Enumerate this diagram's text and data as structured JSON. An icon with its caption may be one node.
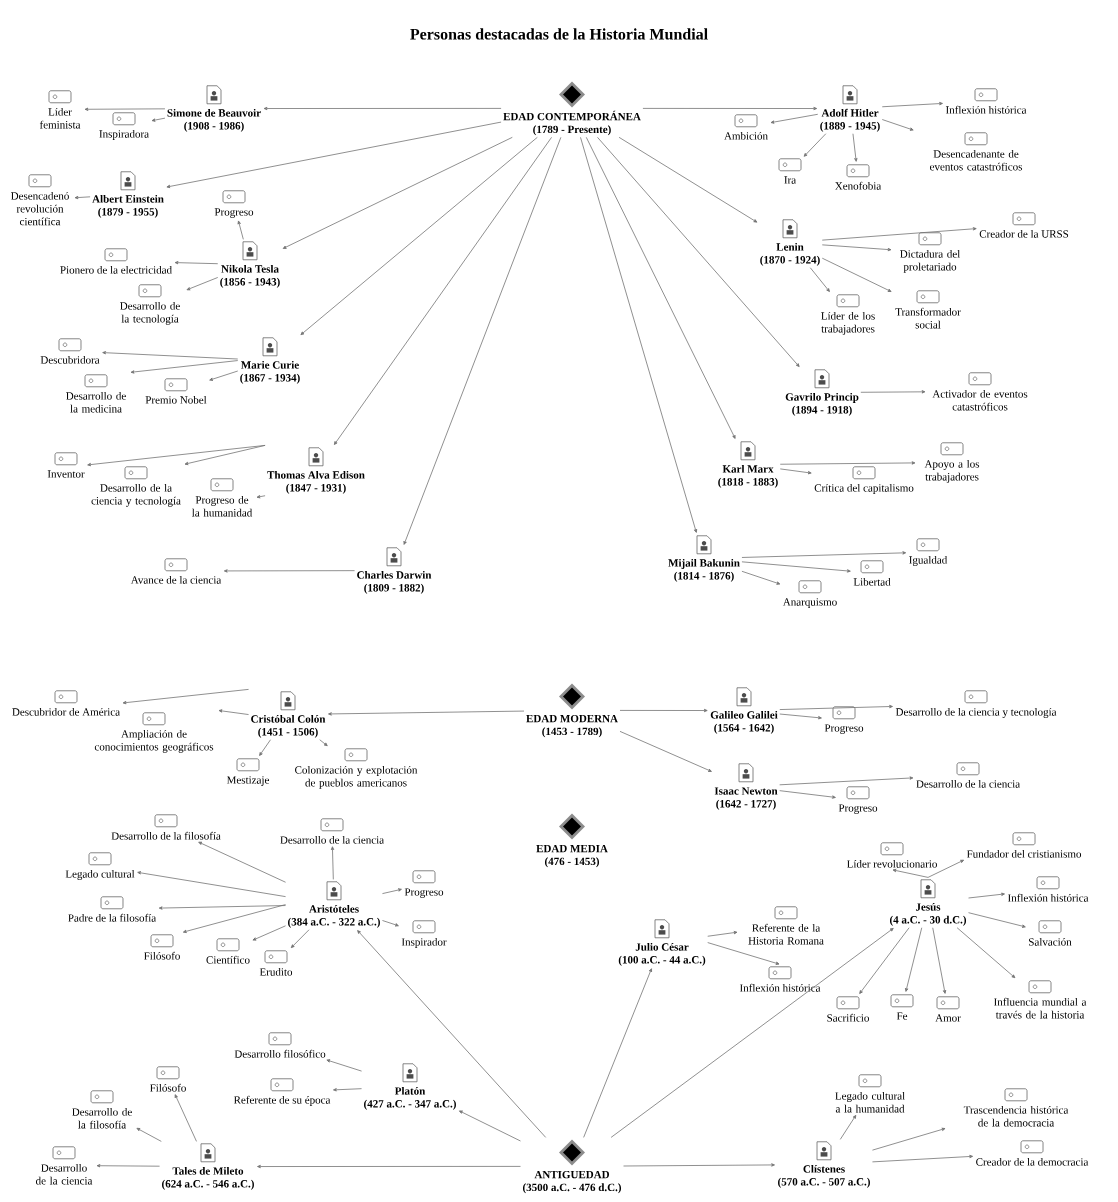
{
  "diagram": {
    "title": "Personas destacadas de la Historia Mundial",
    "nodes": [
      {
        "text": [
          "EDAD CONTEMPORÁNEA",
          "(1789 - Presente)"
        ]
      },
      {
        "text": [
          "Simone de Beauvoir",
          "(1908 - 1986)"
        ]
      },
      {
        "text": [
          "Líder feminista"
        ]
      },
      {
        "text": [
          "Inspiradora"
        ]
      },
      {
        "text": [
          "Adolf Hitler",
          "(1889 - 1945)"
        ]
      },
      {
        "text": [
          "Ambición"
        ]
      },
      {
        "text": [
          "Ira"
        ]
      },
      {
        "text": [
          "Xenofobia"
        ]
      },
      {
        "text": [
          "Inflexión histórica"
        ]
      },
      {
        "text": [
          "Desencadenante de eventos catastróficos"
        ]
      },
      {
        "text": [
          "Albert Einstein",
          "(1879 - 1955)"
        ]
      },
      {
        "text": [
          "Desencadenó revolución científica"
        ]
      },
      {
        "text": [
          "Nikola Tesla",
          "(1856 - 1943)"
        ]
      },
      {
        "text": [
          "Progreso"
        ]
      },
      {
        "text": [
          "Pionero de la electricidad"
        ]
      },
      {
        "text": [
          "Desarrollo de la tecnología"
        ]
      },
      {
        "text": [
          "Lenin",
          "(1870 - 1924)"
        ]
      },
      {
        "text": [
          "Creador de la URSS"
        ]
      },
      {
        "text": [
          "Dictadura del proletariado"
        ]
      },
      {
        "text": [
          "Transformador social"
        ]
      },
      {
        "text": [
          "Líder de los trabajadores"
        ]
      },
      {
        "text": [
          "Marie Curie",
          "(1867 - 1934)"
        ]
      },
      {
        "text": [
          "Descubridora"
        ]
      },
      {
        "text": [
          "Desarrollo de la medicina"
        ]
      },
      {
        "text": [
          "Premio Nobel"
        ]
      },
      {
        "text": [
          "Gavrilo Princip",
          "(1894 - 1918)"
        ]
      },
      {
        "text": [
          "Activador de eventos catastróficos"
        ]
      },
      {
        "text": [
          "Thomas Alva Edison",
          "(1847 - 1931)"
        ]
      },
      {
        "text": [
          "Inventor"
        ]
      },
      {
        "text": [
          "Desarrollo de la ciencia y tecnología"
        ]
      },
      {
        "text": [
          "Progreso de la humanidad"
        ]
      },
      {
        "text": [
          "Karl Marx",
          "(1818 - 1883)"
        ]
      },
      {
        "text": [
          "Apoyo a los trabajadores"
        ]
      },
      {
        "text": [
          "Crítica del capitalismo"
        ]
      },
      {
        "text": [
          "Charles Darwin",
          "(1809 - 1882)"
        ]
      },
      {
        "text": [
          "Avance de la ciencia"
        ]
      },
      {
        "text": [
          "Mijail Bakunin",
          "(1814 - 1876)"
        ]
      },
      {
        "text": [
          "Igualdad"
        ]
      },
      {
        "text": [
          "Libertad"
        ]
      },
      {
        "text": [
          "Anarquismo"
        ]
      },
      {
        "text": [
          "EDAD MODERNA",
          "(1453 - 1789)"
        ]
      },
      {
        "text": [
          "Cristóbal Colón",
          "(1451 - 1506)"
        ]
      },
      {
        "text": [
          "Descubridor de América"
        ]
      },
      {
        "text": [
          "Ampliación de conocimientos geográficos"
        ]
      },
      {
        "text": [
          "Mestizaje"
        ]
      },
      {
        "text": [
          "Colonización y explotación de pueblos americanos"
        ]
      },
      {
        "text": [
          "Galileo Galilei",
          "(1564 - 1642)"
        ]
      },
      {
        "text": [
          "Progreso"
        ]
      },
      {
        "text": [
          "Desarrollo de la ciencia y tecnología"
        ]
      },
      {
        "text": [
          "Isaac Newton",
          "(1642 - 1727)"
        ]
      },
      {
        "text": [
          "Progreso"
        ]
      },
      {
        "text": [
          "Desarrollo de la ciencia"
        ]
      },
      {
        "text": [
          "EDAD MEDIA",
          "(476 - 1453)"
        ]
      },
      {
        "text": [
          "Aristóteles",
          "(384 a.C. - 322 a.C.)"
        ]
      },
      {
        "text": [
          "Desarrollo de la filosofía"
        ]
      },
      {
        "text": [
          "Desarrollo de la ciencia"
        ]
      },
      {
        "text": [
          "Legado cultural"
        ]
      },
      {
        "text": [
          "Progreso"
        ]
      },
      {
        "text": [
          "Padre de la filosofía"
        ]
      },
      {
        "text": [
          "Inspirador"
        ]
      },
      {
        "text": [
          "Filósofo"
        ]
      },
      {
        "text": [
          "Científico"
        ]
      },
      {
        "text": [
          "Erudito"
        ]
      },
      {
        "text": [
          "Platón",
          "(427 a.C. - 347 a.C.)"
        ]
      },
      {
        "text": [
          "Desarrollo filosófico"
        ]
      },
      {
        "text": [
          "Referente de su época"
        ]
      },
      {
        "text": [
          "Tales de Mileto",
          "(624 a.C. - 546 a.C.)"
        ]
      },
      {
        "text": [
          "Desarrollo de la ciencia"
        ]
      },
      {
        "text": [
          "Desarrollo de la filosofía"
        ]
      },
      {
        "text": [
          "Filósofo"
        ]
      },
      {
        "text": [
          "Julio César",
          "(100 a.C. - 44 a.C.)"
        ]
      },
      {
        "text": [
          "Referente de la Historia Romana"
        ]
      },
      {
        "text": [
          "Inflexión histórica"
        ]
      },
      {
        "text": [
          "Jesús",
          "(4 a.C. - 30 d.C.)"
        ]
      },
      {
        "text": [
          "Líder revolucionario"
        ]
      },
      {
        "text": [
          "Fundador del cristianismo"
        ]
      },
      {
        "text": [
          "Inflexión histórica"
        ]
      },
      {
        "text": [
          "Salvación"
        ]
      },
      {
        "text": [
          "Sacrificio"
        ]
      },
      {
        "text": [
          "Fe"
        ]
      },
      {
        "text": [
          "Amor"
        ]
      },
      {
        "text": [
          "Influencia mundial a través de la historia"
        ]
      },
      {
        "text": [
          "Clístenes",
          "(570 a.C. - 507 a.C.)"
        ]
      },
      {
        "text": [
          "Legado cultural a la humanidad"
        ]
      },
      {
        "text": [
          "Trascendencia histórica de la democracia"
        ]
      },
      {
        "text": [
          "Creador de la democracia"
        ]
      },
      {
        "text": [
          "ANTIGUEDAD",
          "(3500 a.C. -  476 d.C.)"
        ]
      }
    ],
    "edges": [
      {
        "from": 0,
        "to": 1,
        "arrow": "to"
      },
      {
        "from": 0,
        "to": 4,
        "arrow": "to"
      },
      {
        "from": 0,
        "to": 10,
        "arrow": "to"
      },
      {
        "from": 0,
        "to": 12,
        "arrow": "to"
      },
      {
        "from": 0,
        "to": 16,
        "arrow": "to"
      },
      {
        "from": 0,
        "to": 21,
        "arrow": "to"
      },
      {
        "from": 0,
        "to": 25,
        "arrow": "to"
      },
      {
        "from": 0,
        "to": 27,
        "arrow": "to"
      },
      {
        "from": 0,
        "to": 31,
        "arrow": "to"
      },
      {
        "from": 0,
        "to": 34,
        "arrow": "to"
      },
      {
        "from": 0,
        "to": 36,
        "arrow": "to"
      },
      {
        "from": 1,
        "to": 2,
        "arrow": "to"
      },
      {
        "from": 1,
        "to": 3,
        "arrow": "to"
      },
      {
        "from": 4,
        "to": 5,
        "arrow": "to"
      },
      {
        "from": 4,
        "to": 6,
        "arrow": "to"
      },
      {
        "from": 4,
        "to": 7,
        "arrow": "to"
      },
      {
        "from": 4,
        "to": 8,
        "arrow": "to"
      },
      {
        "from": 4,
        "to": 9,
        "arrow": "to"
      },
      {
        "from": 10,
        "to": 11,
        "arrow": "to"
      },
      {
        "from": 12,
        "to": 13,
        "arrow": "to"
      },
      {
        "from": 12,
        "to": 14,
        "arrow": "to"
      },
      {
        "from": 12,
        "to": 15,
        "arrow": "to"
      },
      {
        "from": 16,
        "to": 17,
        "arrow": "to"
      },
      {
        "from": 16,
        "to": 18,
        "arrow": "to"
      },
      {
        "from": 16,
        "to": 19,
        "arrow": "to"
      },
      {
        "from": 16,
        "to": 20,
        "arrow": "to"
      },
      {
        "from": 21,
        "to": 22,
        "arrow": "to"
      },
      {
        "from": 21,
        "to": 23,
        "arrow": "to"
      },
      {
        "from": 21,
        "to": 24,
        "arrow": "to"
      },
      {
        "from": 25,
        "to": 26,
        "arrow": "to"
      },
      {
        "from": 27,
        "to": 28,
        "arrow": "to"
      },
      {
        "from": 27,
        "to": 29,
        "arrow": "to"
      },
      {
        "from": 27,
        "to": 30,
        "arrow": "to"
      },
      {
        "from": 31,
        "to": 32,
        "arrow": "to"
      },
      {
        "from": 31,
        "to": 33,
        "arrow": "to"
      },
      {
        "from": 34,
        "to": 35,
        "arrow": "to"
      },
      {
        "from": 36,
        "to": 37,
        "arrow": "to"
      },
      {
        "from": 36,
        "to": 38,
        "arrow": "to"
      },
      {
        "from": 36,
        "to": 39,
        "arrow": "to"
      },
      {
        "from": 40,
        "to": 41,
        "arrow": "to"
      },
      {
        "from": 40,
        "to": 46,
        "arrow": "to"
      },
      {
        "from": 40,
        "to": 49,
        "arrow": "to"
      },
      {
        "from": 41,
        "to": 42,
        "arrow": "to"
      },
      {
        "from": 41,
        "to": 43,
        "arrow": "to"
      },
      {
        "from": 41,
        "to": 44,
        "arrow": "to"
      },
      {
        "from": 41,
        "to": 45,
        "arrow": "to"
      },
      {
        "from": 46,
        "to": 47,
        "arrow": "to"
      },
      {
        "from": 46,
        "to": 48,
        "arrow": "to"
      },
      {
        "from": 49,
        "to": 50,
        "arrow": "to"
      },
      {
        "from": 49,
        "to": 51,
        "arrow": "to"
      },
      {
        "from": 86,
        "to": 53,
        "arrow": "to"
      },
      {
        "from": 86,
        "to": 63,
        "arrow": "to"
      },
      {
        "from": 86,
        "to": 66,
        "arrow": "to"
      },
      {
        "from": 86,
        "to": 70,
        "arrow": "to"
      },
      {
        "from": 86,
        "to": 73,
        "arrow": "to"
      },
      {
        "from": 86,
        "to": 82,
        "arrow": "to"
      },
      {
        "from": 53,
        "to": 54,
        "arrow": "to"
      },
      {
        "from": 53,
        "to": 55,
        "arrow": "to"
      },
      {
        "from": 53,
        "to": 56,
        "arrow": "to"
      },
      {
        "from": 53,
        "to": 57,
        "arrow": "to"
      },
      {
        "from": 53,
        "to": 58,
        "arrow": "to"
      },
      {
        "from": 53,
        "to": 59,
        "arrow": "to"
      },
      {
        "from": 53,
        "to": 60,
        "arrow": "to"
      },
      {
        "from": 53,
        "to": 61,
        "arrow": "to"
      },
      {
        "from": 53,
        "to": 62,
        "arrow": "to"
      },
      {
        "from": 63,
        "to": 64,
        "arrow": "to"
      },
      {
        "from": 63,
        "to": 65,
        "arrow": "to"
      },
      {
        "from": 66,
        "to": 67,
        "arrow": "to"
      },
      {
        "from": 66,
        "to": 68,
        "arrow": "to"
      },
      {
        "from": 66,
        "to": 69,
        "arrow": "to"
      },
      {
        "from": 70,
        "to": 71,
        "arrow": "to"
      },
      {
        "from": 70,
        "to": 72,
        "arrow": "to"
      },
      {
        "from": 73,
        "to": 74,
        "arrow": "to"
      },
      {
        "from": 73,
        "to": 75,
        "arrow": "to"
      },
      {
        "from": 73,
        "to": 76,
        "arrow": "to"
      },
      {
        "from": 73,
        "to": 77,
        "arrow": "to"
      },
      {
        "from": 73,
        "to": 78,
        "arrow": "to"
      },
      {
        "from": 73,
        "to": 79,
        "arrow": "to"
      },
      {
        "from": 73,
        "to": 80,
        "arrow": "to"
      },
      {
        "from": 73,
        "to": 81,
        "arrow": "to"
      },
      {
        "from": 82,
        "to": 83,
        "arrow": "to"
      },
      {
        "from": 82,
        "to": 84,
        "arrow": "to"
      },
      {
        "from": 82,
        "to": 85,
        "arrow": "to"
      }
    ]
  }
}
